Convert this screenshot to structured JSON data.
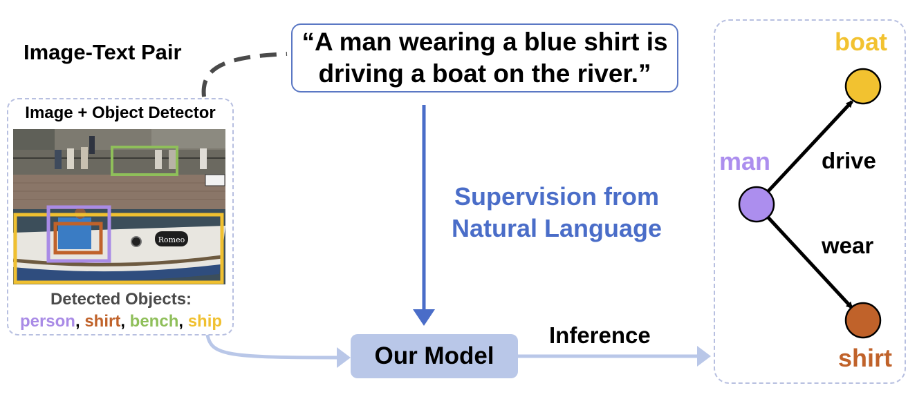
{
  "pair_title": "Image-Text Pair",
  "caption": {
    "line1": "“A man wearing a blue shirt is",
    "line2": "driving a boat on the river.”"
  },
  "detector": {
    "title": "Image + Object Detector",
    "detected_label": "Detected Objects:",
    "objects": [
      {
        "name": "person",
        "color": "#a98be6"
      },
      {
        "name": "shirt",
        "color": "#c0622a"
      },
      {
        "name": "bench",
        "color": "#8fbf5a"
      },
      {
        "name": "ship",
        "color": "#f0c030"
      }
    ],
    "boat_sign": "Romeo"
  },
  "supervision": {
    "line1": "Supervision from",
    "line2": "Natural Language",
    "color": "#4a6dc8"
  },
  "model": {
    "label": "Our Model",
    "fill": "#b9c7e8"
  },
  "inference_label": "Inference",
  "graph": {
    "nodes": [
      {
        "id": "man",
        "label": "man",
        "color": "#ac8eee"
      },
      {
        "id": "boat",
        "label": "boat",
        "color": "#f2c230"
      },
      {
        "id": "shirt",
        "label": "shirt",
        "color": "#c0622a"
      }
    ],
    "edges": [
      {
        "from": "man",
        "to": "boat",
        "label": "drive"
      },
      {
        "from": "man",
        "to": "shirt",
        "label": "wear"
      }
    ]
  }
}
